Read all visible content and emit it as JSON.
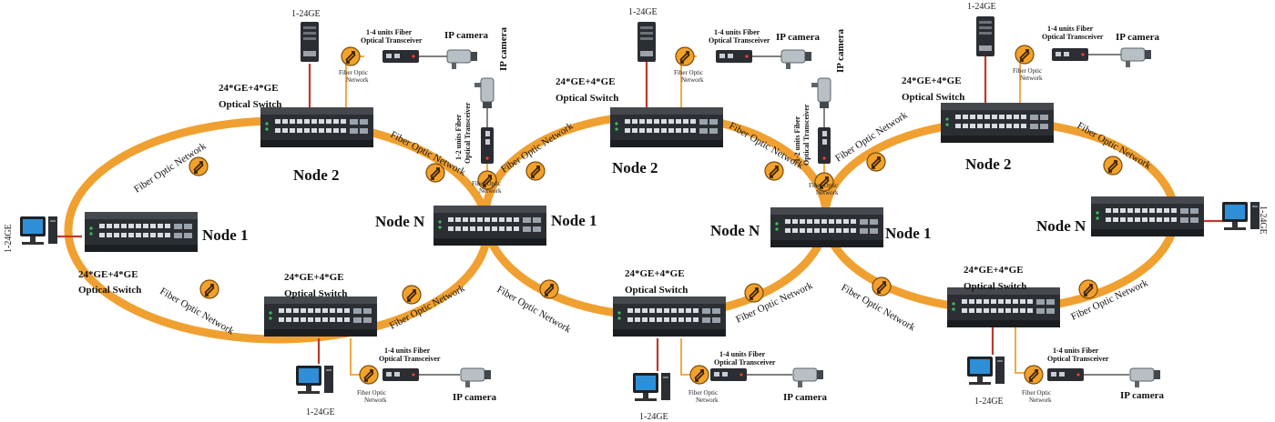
{
  "colors": {
    "ring": "#f0a030",
    "ring_dark": "#d88410",
    "switch_body": "#2b2f33",
    "uplink": "#c0392b",
    "fiber_thin": "#f0a030",
    "text": "#111111"
  },
  "icons": {
    "switch": "optical-switch-icon",
    "server": "server-tower-icon",
    "desktop": "desktop-computer-icon",
    "transceiver": "fiber-transceiver-icon",
    "camera": "ip-camera-icon",
    "fiber_badge": "fiber-optic-badge-icon"
  },
  "labels": {
    "node1": "Node 1",
    "node2": "Node 2",
    "nodeN": "Node N",
    "switch_model": "24*GE+4*GE",
    "switch_type": "Optical Switch",
    "fiber_network": "Fiber Optic Network",
    "fiber_optic": "Fiber Optic",
    "network": "Network",
    "ge_uplink": "1-24GE",
    "transceiver_1_4_line1": "1-4 units Fiber",
    "transceiver_1_4_line2": "Optical Transceiver",
    "transceiver_1_2_line1": "1-2 units Fiber",
    "transceiver_1_2_line2": "Optical Transceiver",
    "ip_camera": "IP camera"
  }
}
